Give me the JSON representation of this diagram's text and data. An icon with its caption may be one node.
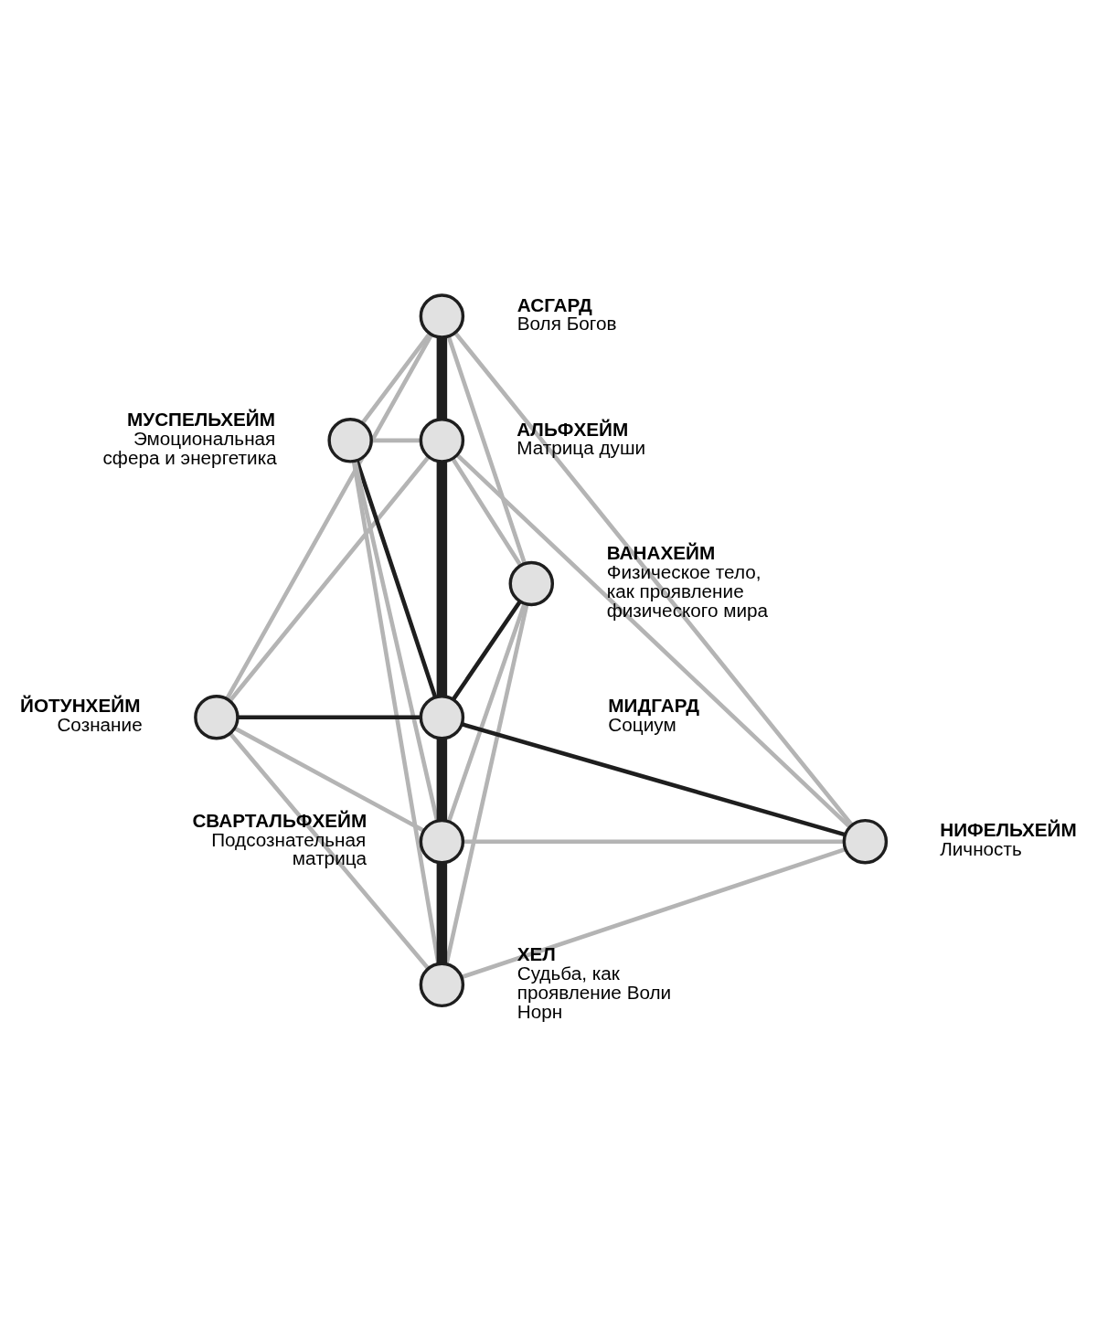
{
  "diagram": {
    "nodes": [
      {
        "text": [],
        "shape": "circle",
        "beside": [
          "АСГАРД",
          "Воля Богов"
        ]
      },
      {
        "text": [],
        "shape": "circle",
        "beside": [
          "АЛЬФХЕЙМ",
          "Матрица души"
        ]
      },
      {
        "text": [],
        "shape": "circle",
        "beside": [
          "МУСПЕЛЬХЕЙМ",
          "Эмоциональная сфера и энергетика"
        ]
      },
      {
        "text": [],
        "shape": "circle",
        "beside": [
          "ВАНАХЕЙМ",
          "Физическое тело, как проявление физического мира"
        ]
      },
      {
        "text": [],
        "shape": "circle",
        "beside": [
          "МИДГАРД",
          "Социум"
        ]
      },
      {
        "text": [],
        "shape": "circle",
        "beside": [
          "ЙОТУНХЕЙМ",
          "Сознание"
        ]
      },
      {
        "text": [],
        "shape": "circle",
        "beside": [
          "НИФЕЛЬХЕЙМ",
          "Личность"
        ]
      },
      {
        "text": [],
        "shape": "circle",
        "beside": [
          "СВАРТАЛЬФХЕЙМ",
          "Подсознательная матрица"
        ]
      },
      {
        "text": [],
        "shape": "circle",
        "beside": [
          "ХЕЛ",
          "Судьба, как проявление Воли Норн"
        ]
      }
    ],
    "edges": [
      {
        "from": 0,
        "to": 1,
        "arrow": "none",
        "style": "thick",
        "color": "#1e1e1e"
      },
      {
        "from": 1,
        "to": 4,
        "arrow": "none",
        "style": "thick",
        "color": "#1e1e1e"
      },
      {
        "from": 4,
        "to": 7,
        "arrow": "none",
        "style": "thick",
        "color": "#1e1e1e"
      },
      {
        "from": 7,
        "to": 8,
        "arrow": "none",
        "style": "thick",
        "color": "#1e1e1e"
      },
      {
        "from": 2,
        "to": 4,
        "arrow": "none",
        "color": "#1e1e1e"
      },
      {
        "from": 4,
        "to": 6,
        "arrow": "none",
        "color": "#1e1e1e"
      },
      {
        "from": 5,
        "to": 4,
        "arrow": "none",
        "color": "#1e1e1e"
      },
      {
        "from": 3,
        "to": 4,
        "arrow": "none",
        "color": "#1e1e1e"
      },
      {
        "from": 0,
        "to": 2,
        "arrow": "none"
      },
      {
        "from": 0,
        "to": 5,
        "arrow": "none"
      },
      {
        "from": 0,
        "to": 3,
        "arrow": "none"
      },
      {
        "from": 0,
        "to": 6,
        "arrow": "none"
      },
      {
        "from": 2,
        "to": 1,
        "arrow": "none"
      },
      {
        "from": 1,
        "to": 5,
        "arrow": "none"
      },
      {
        "from": 1,
        "to": 3,
        "arrow": "none"
      },
      {
        "from": 1,
        "to": 6,
        "arrow": "none"
      },
      {
        "from": 2,
        "to": 7,
        "arrow": "none"
      },
      {
        "from": 5,
        "to": 7,
        "arrow": "none"
      },
      {
        "from": 3,
        "to": 7,
        "arrow": "none"
      },
      {
        "from": 7,
        "to": 6,
        "arrow": "none"
      },
      {
        "from": 2,
        "to": 8,
        "arrow": "none"
      },
      {
        "from": 5,
        "to": 8,
        "arrow": "none"
      },
      {
        "from": 3,
        "to": 8,
        "arrow": "none"
      },
      {
        "from": 6,
        "to": 8,
        "arrow": "none"
      }
    ]
  }
}
